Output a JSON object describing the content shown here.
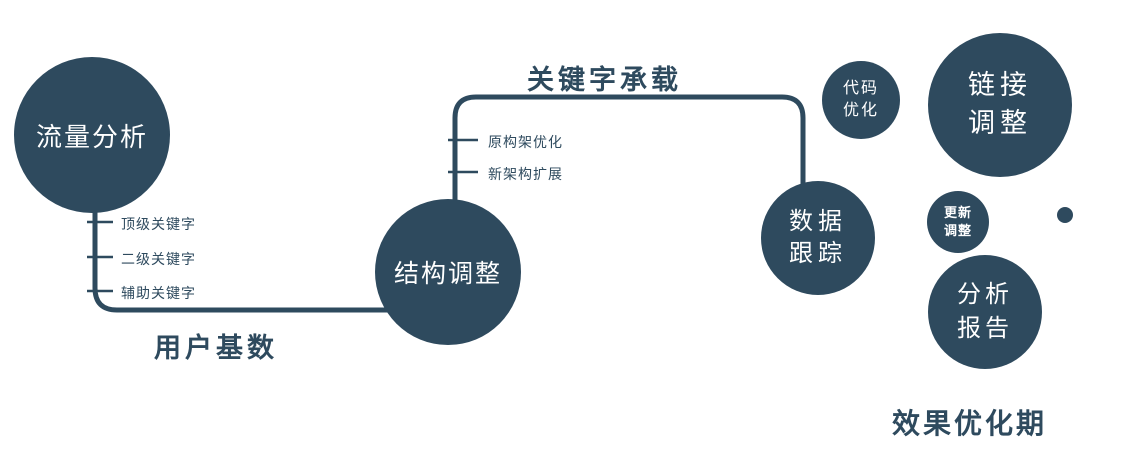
{
  "diagram": {
    "colors": {
      "primary": "#2e4a5e",
      "node_text": "#ffffff"
    },
    "nodes": {
      "traffic": {
        "label": "流量分析"
      },
      "structure": {
        "label": "结构调整"
      },
      "tracking": {
        "lines": [
          "数据",
          "跟踪"
        ]
      },
      "code": {
        "lines": [
          "代码",
          "优化"
        ]
      },
      "link": {
        "lines": [
          "链接",
          "调整"
        ]
      },
      "update": {
        "lines": [
          "更新",
          "调整"
        ]
      },
      "report": {
        "lines": [
          "分析",
          "报告"
        ]
      }
    },
    "edge_labels": {
      "user_base": "用户基数",
      "keyword_carry": "关键字承载"
    },
    "ticks_left": [
      "顶级关键字",
      "二级关键字",
      "辅助关键字"
    ],
    "ticks_mid": [
      "原构架优化",
      "新架构扩展"
    ],
    "footer": "效果优化期"
  }
}
